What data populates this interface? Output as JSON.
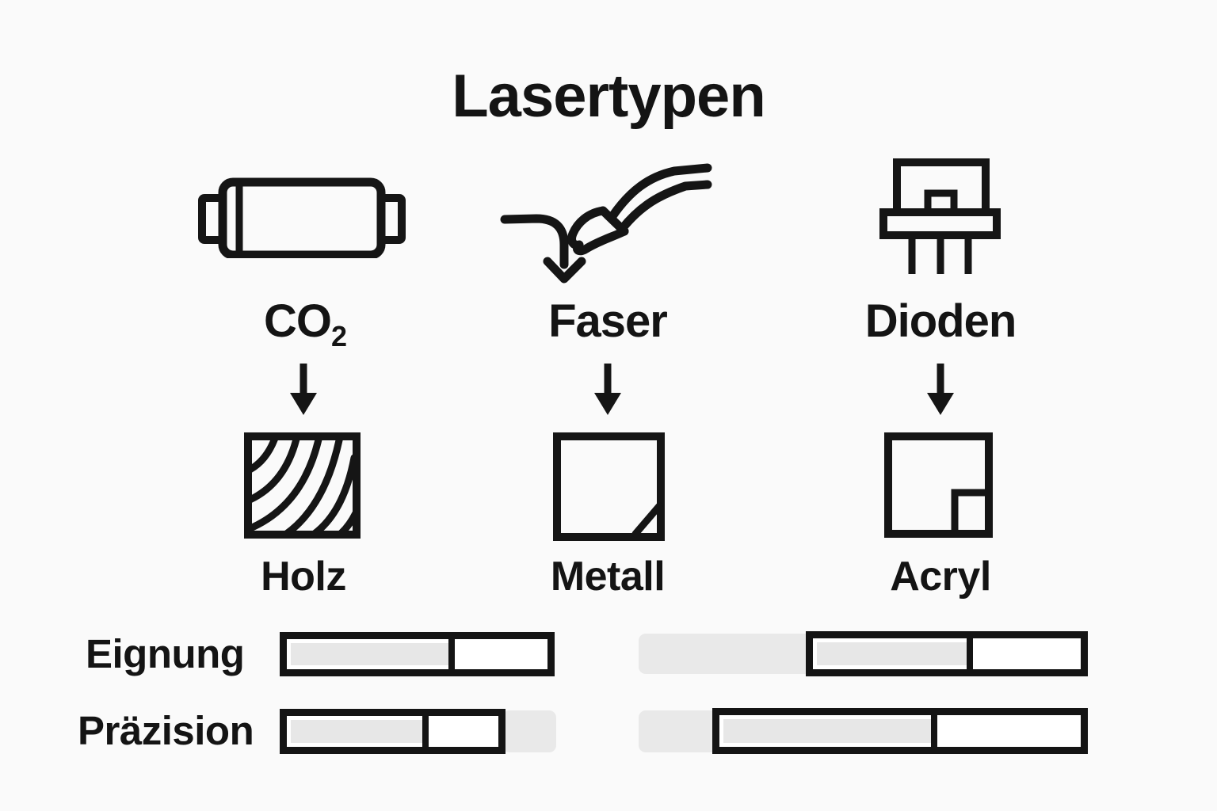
{
  "title": "Lasertypen",
  "colors": {
    "ink": "#141414",
    "stroke": "#151515",
    "bar_fill_gray": "#e7e7e7",
    "track_gray": "#e9e9e9",
    "background": "#fafafa"
  },
  "lasers": [
    {
      "label_main": "CO",
      "label_sub": "2",
      "icon": "co2-tube-laser-icon",
      "material": "Holz",
      "material_icon": "wood-grain-swatch-icon"
    },
    {
      "label_main": "Faser",
      "icon": "fiber-laser-icon",
      "material": "Metall",
      "material_icon": "metal-swatch-icon"
    },
    {
      "label_main": "Dioden",
      "icon": "diode-laser-icon",
      "material": "Acryl",
      "material_icon": "acrylic-swatch-icon"
    }
  ],
  "metrics": {
    "rows": [
      {
        "label": "Eignung",
        "left_bar": {
          "style": "outlined",
          "fill_percent": 62
        },
        "right_track": {
          "style": "plain-gray"
        },
        "right_bar": {
          "style": "outlined",
          "fill_percent": 57.5
        }
      },
      {
        "label": "Präzision",
        "left_bar": {
          "style": "outlined",
          "fill_percent": 64
        },
        "left_track": {
          "style": "plain-gray"
        },
        "right_track": {
          "style": "plain-gray"
        },
        "right_bar": {
          "style": "outlined",
          "fill_percent": 58.5
        }
      }
    ]
  }
}
